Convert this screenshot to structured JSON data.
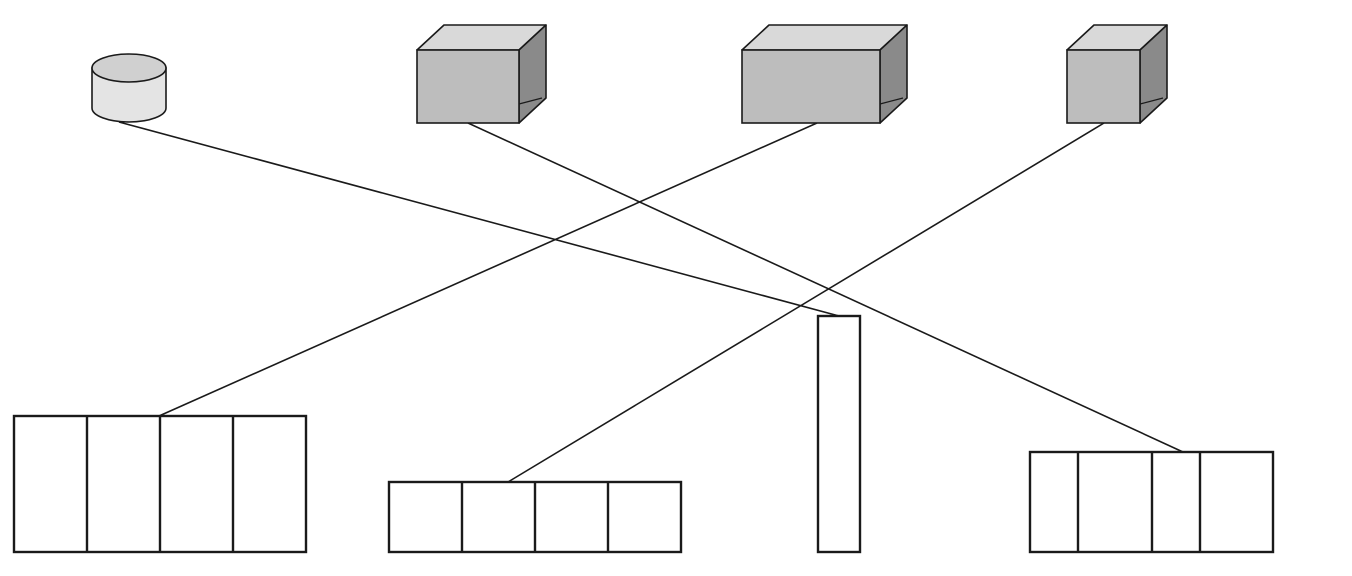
{
  "diagram": {
    "colors": {
      "stroke": "#1a1a1a",
      "box_front": "#bdbdbd",
      "box_top": "#d9d9d9",
      "box_side": "#8a8a8a",
      "cylinder_body": "#e4e4e4",
      "cylinder_top": "#d0d0d0",
      "block_fill": "#ffffff"
    },
    "sources": [
      {
        "id": "cylinder",
        "shape": "cylinder",
        "icon": "storage-cylinder-icon"
      },
      {
        "id": "box-1",
        "shape": "box",
        "icon": "cube-icon"
      },
      {
        "id": "box-2",
        "shape": "box",
        "icon": "cube-icon"
      },
      {
        "id": "box-3",
        "shape": "box",
        "icon": "cube-icon"
      }
    ],
    "targets": [
      {
        "id": "block-a",
        "segments": 4
      },
      {
        "id": "block-b",
        "segments": 4
      },
      {
        "id": "block-c",
        "segments": 1
      },
      {
        "id": "block-d",
        "segments": 4
      }
    ],
    "connections": [
      {
        "from": "cylinder",
        "to": "block-c"
      },
      {
        "from": "box-1",
        "to": "block-d"
      },
      {
        "from": "box-2",
        "to": "block-a"
      },
      {
        "from": "box-3",
        "to": "block-b"
      }
    ]
  }
}
